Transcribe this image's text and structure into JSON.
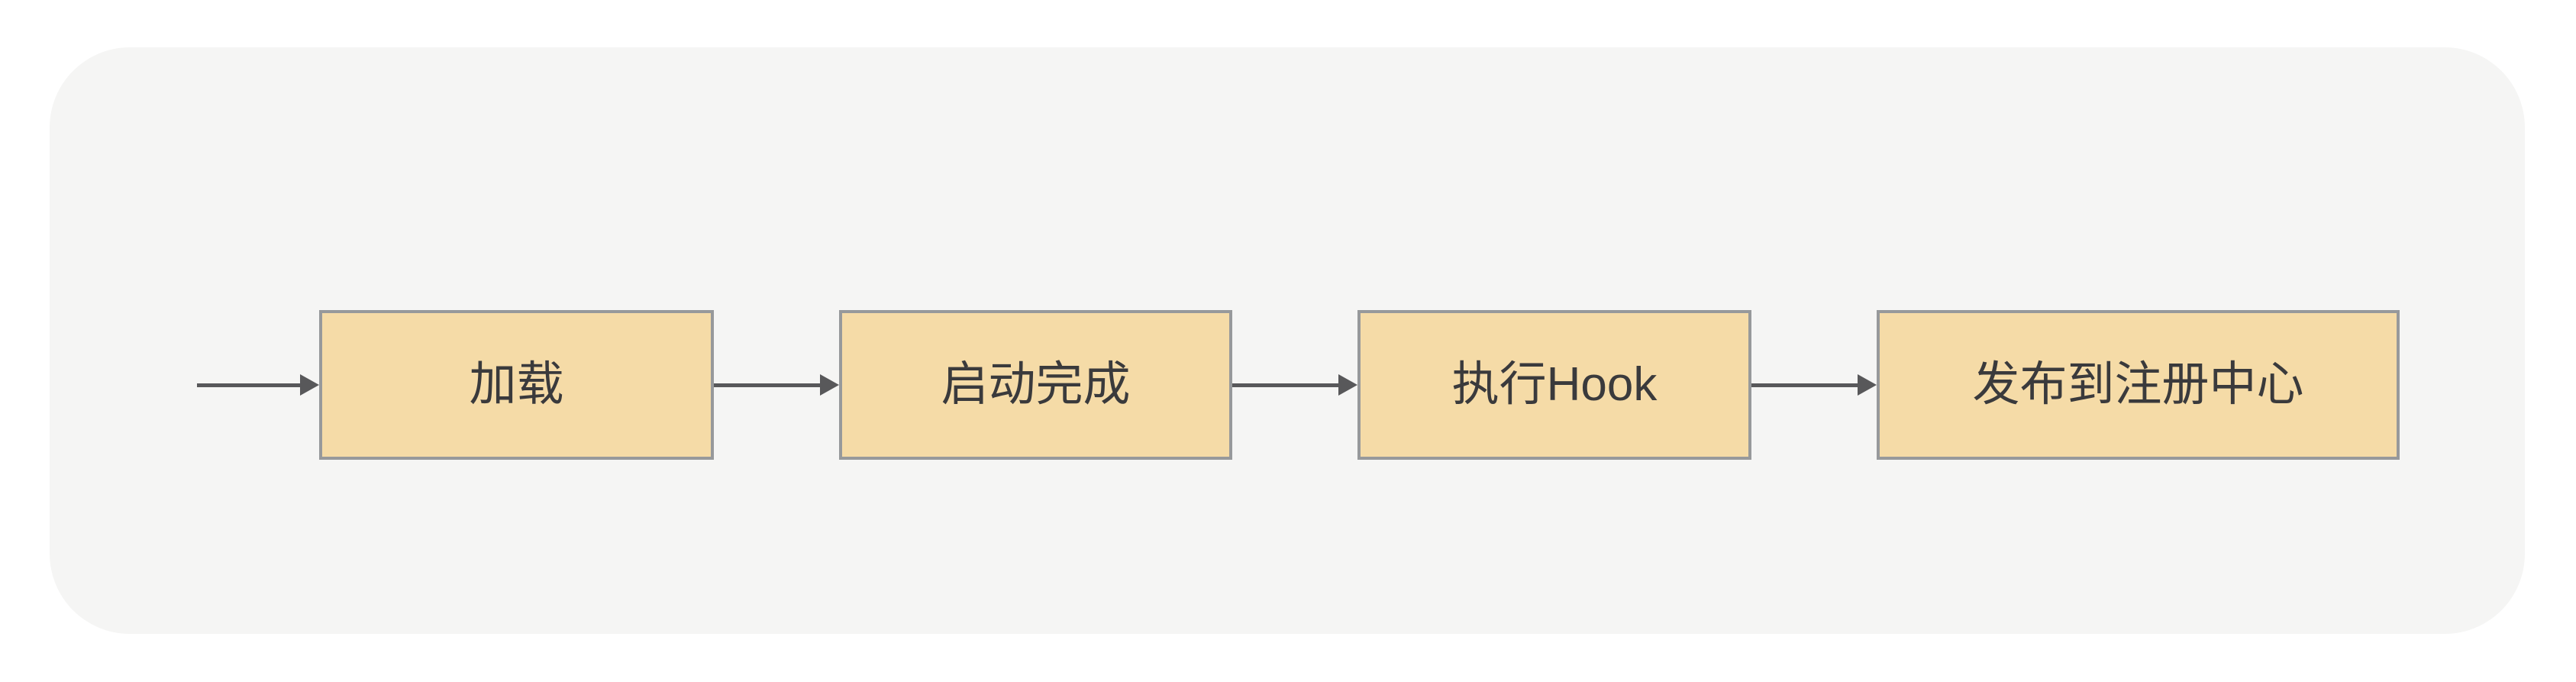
{
  "flow": {
    "nodes": [
      {
        "label": "加载"
      },
      {
        "label": "启动完成"
      },
      {
        "label": "执行Hook"
      },
      {
        "label": "发布到注册中心"
      }
    ]
  },
  "colors": {
    "page_bg": "#FFFFFF",
    "panel_bg": "#F5F5F4",
    "node_fill": "#F5DBA7",
    "node_border": "#97999B",
    "arrow": "#58585A",
    "text": "#3A3A3C"
  }
}
